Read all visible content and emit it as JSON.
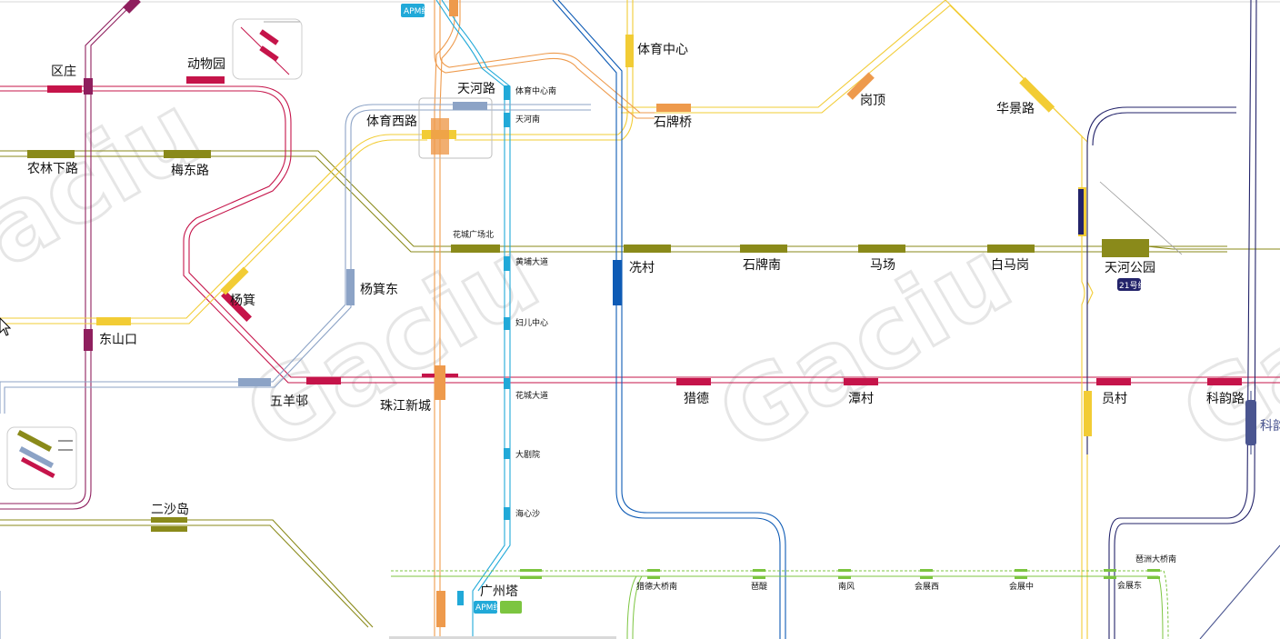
{
  "watermark": "Gaciu",
  "stations": [
    {
      "id": "ouzhuang",
      "label": "区庄"
    },
    {
      "id": "dongwuyuan",
      "label": "动物园"
    },
    {
      "id": "tiyuzhongxin",
      "label": "体育中心"
    },
    {
      "id": "tianhelu",
      "label": "天河路"
    },
    {
      "id": "tiyuzhongxinnan",
      "label": "体育中心南"
    },
    {
      "id": "tianhenan",
      "label": "天河南"
    },
    {
      "id": "tiyuxilu",
      "label": "体育西路"
    },
    {
      "id": "shipaiqiao",
      "label": "石牌桥"
    },
    {
      "id": "gangding",
      "label": "岗顶"
    },
    {
      "id": "huajinglu",
      "label": "华景路"
    },
    {
      "id": "nonglinxialu",
      "label": "农林下路"
    },
    {
      "id": "meidonglu",
      "label": "梅东路"
    },
    {
      "id": "huachengguangchangbei",
      "label": "花城广场北"
    },
    {
      "id": "huangpudadao",
      "label": "黄埔大道"
    },
    {
      "id": "xiancun",
      "label": "冼村"
    },
    {
      "id": "shipainan",
      "label": "石牌南"
    },
    {
      "id": "machang",
      "label": "马场"
    },
    {
      "id": "baimagang",
      "label": "白马岗"
    },
    {
      "id": "tianhegongyuan",
      "label": "天河公园"
    },
    {
      "id": "yangji",
      "label": "杨箕"
    },
    {
      "id": "yangjidong",
      "label": "杨箕东"
    },
    {
      "id": "fuerzhongxin",
      "label": "妇儿中心"
    },
    {
      "id": "dongshankou",
      "label": "东山口"
    },
    {
      "id": "wuyangcun",
      "label": "五羊邨"
    },
    {
      "id": "zhujiangxincheng",
      "label": "珠江新城"
    },
    {
      "id": "huachengdadao",
      "label": "花城大道"
    },
    {
      "id": "liede",
      "label": "猎德"
    },
    {
      "id": "tancun",
      "label": "潭村"
    },
    {
      "id": "yuancun",
      "label": "员村"
    },
    {
      "id": "keyunlu",
      "label": "科韵路"
    },
    {
      "id": "kecut",
      "label": "科韵"
    },
    {
      "id": "dajuyuan",
      "label": "大剧院"
    },
    {
      "id": "haixinsha",
      "label": "海心沙"
    },
    {
      "id": "ershadao",
      "label": "二沙岛"
    },
    {
      "id": "guangzhouta",
      "label": "广州塔"
    },
    {
      "id": "liedeqiaonan",
      "label": "猎德大桥南"
    },
    {
      "id": "pazhou",
      "label": "琶醍"
    },
    {
      "id": "nanfeng",
      "label": "南风"
    },
    {
      "id": "huizhanxi",
      "label": "会展西"
    },
    {
      "id": "huizhanzhong",
      "label": "会展中"
    },
    {
      "id": "huizhandong",
      "label": "会展东"
    },
    {
      "id": "pazhoudaqiaonan",
      "label": "琶洲大桥南"
    }
  ],
  "badges": {
    "apm_top": "APM线",
    "apm_bottom": "APM线",
    "line21": "21号线"
  },
  "colors": {
    "line1_yellow": "#f2cc35",
    "line2_blue": "#0e5bb5",
    "line3_orange": "#ee9a4c",
    "line5_crimson": "#c5144a",
    "line6_maroon": "#8f1f5e",
    "line11_olive": "#8a8a1a",
    "line13_steel": "#8ca3c6",
    "apm_cyan": "#21a9d8",
    "thz_green": "#7cc540",
    "line21_navy": "#23236a",
    "slate": "#4a5590"
  }
}
